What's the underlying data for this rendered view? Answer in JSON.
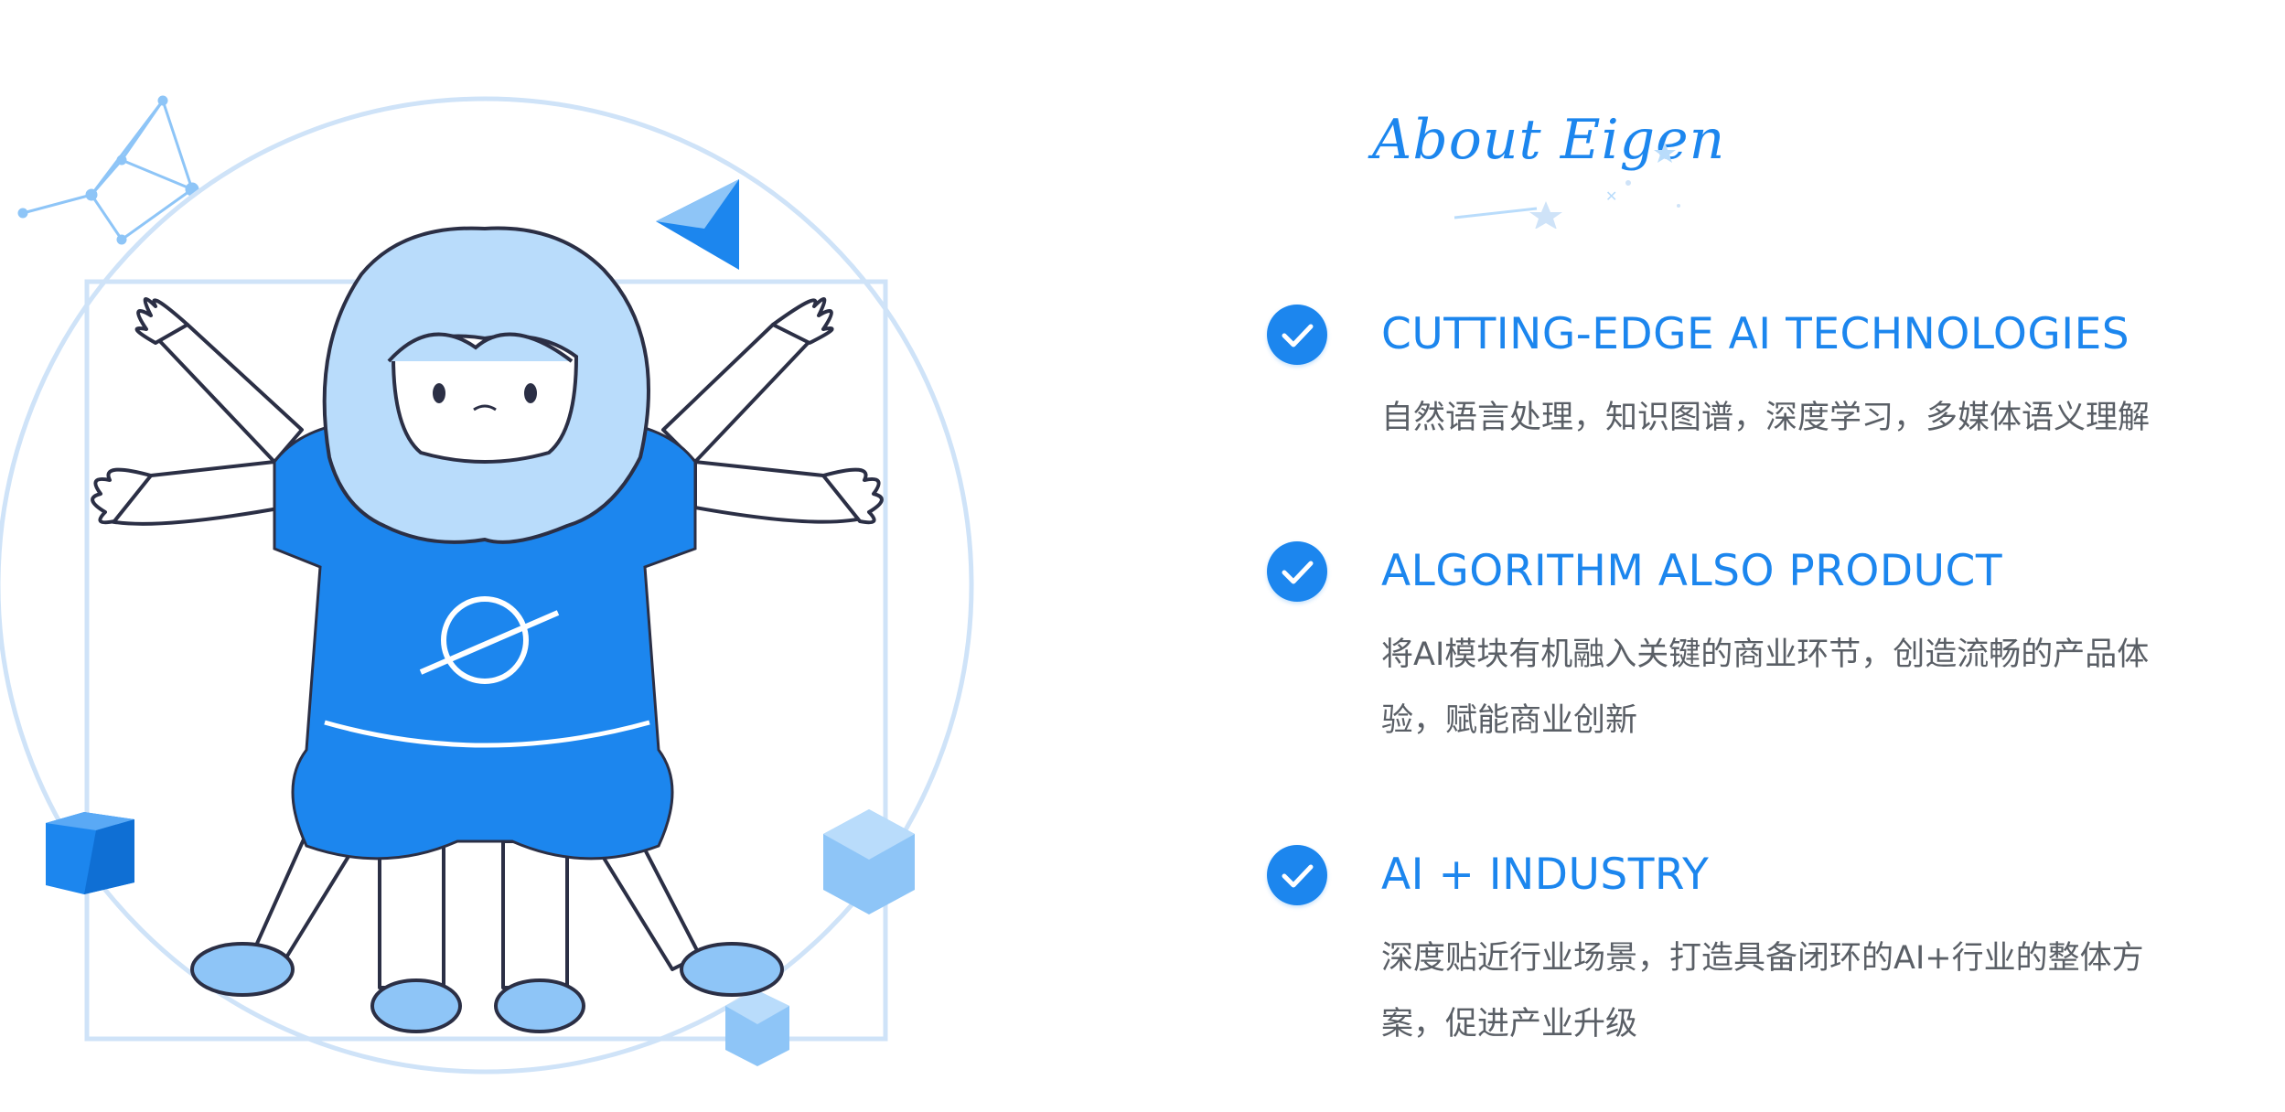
{
  "colors": {
    "accent": "#1c86ee",
    "light_blue": "#8ec5f7",
    "pale_blue": "#cfe3f8",
    "body_text": "#5a5f66",
    "outline": "#2b2f45"
  },
  "header": {
    "title": "About Eigen"
  },
  "illustration": {
    "name": "vitruvian-child-mascot"
  },
  "features": [
    {
      "icon": "check-circle-icon",
      "title": "CUTTING-EDGE AI TECHNOLOGIES",
      "description": "自然语言处理，知识图谱，深度学习，多媒体语义理解"
    },
    {
      "icon": "check-circle-icon",
      "title": "ALGORITHM ALSO PRODUCT",
      "description": "将AI模块有机融入关键的商业环节，创造流畅的产品体验，赋能商业创新"
    },
    {
      "icon": "check-circle-icon",
      "title": "AI + INDUSTRY",
      "description": "深度贴近行业场景，打造具备闭环的AI+行业的整体方案，促进产业升级"
    }
  ]
}
